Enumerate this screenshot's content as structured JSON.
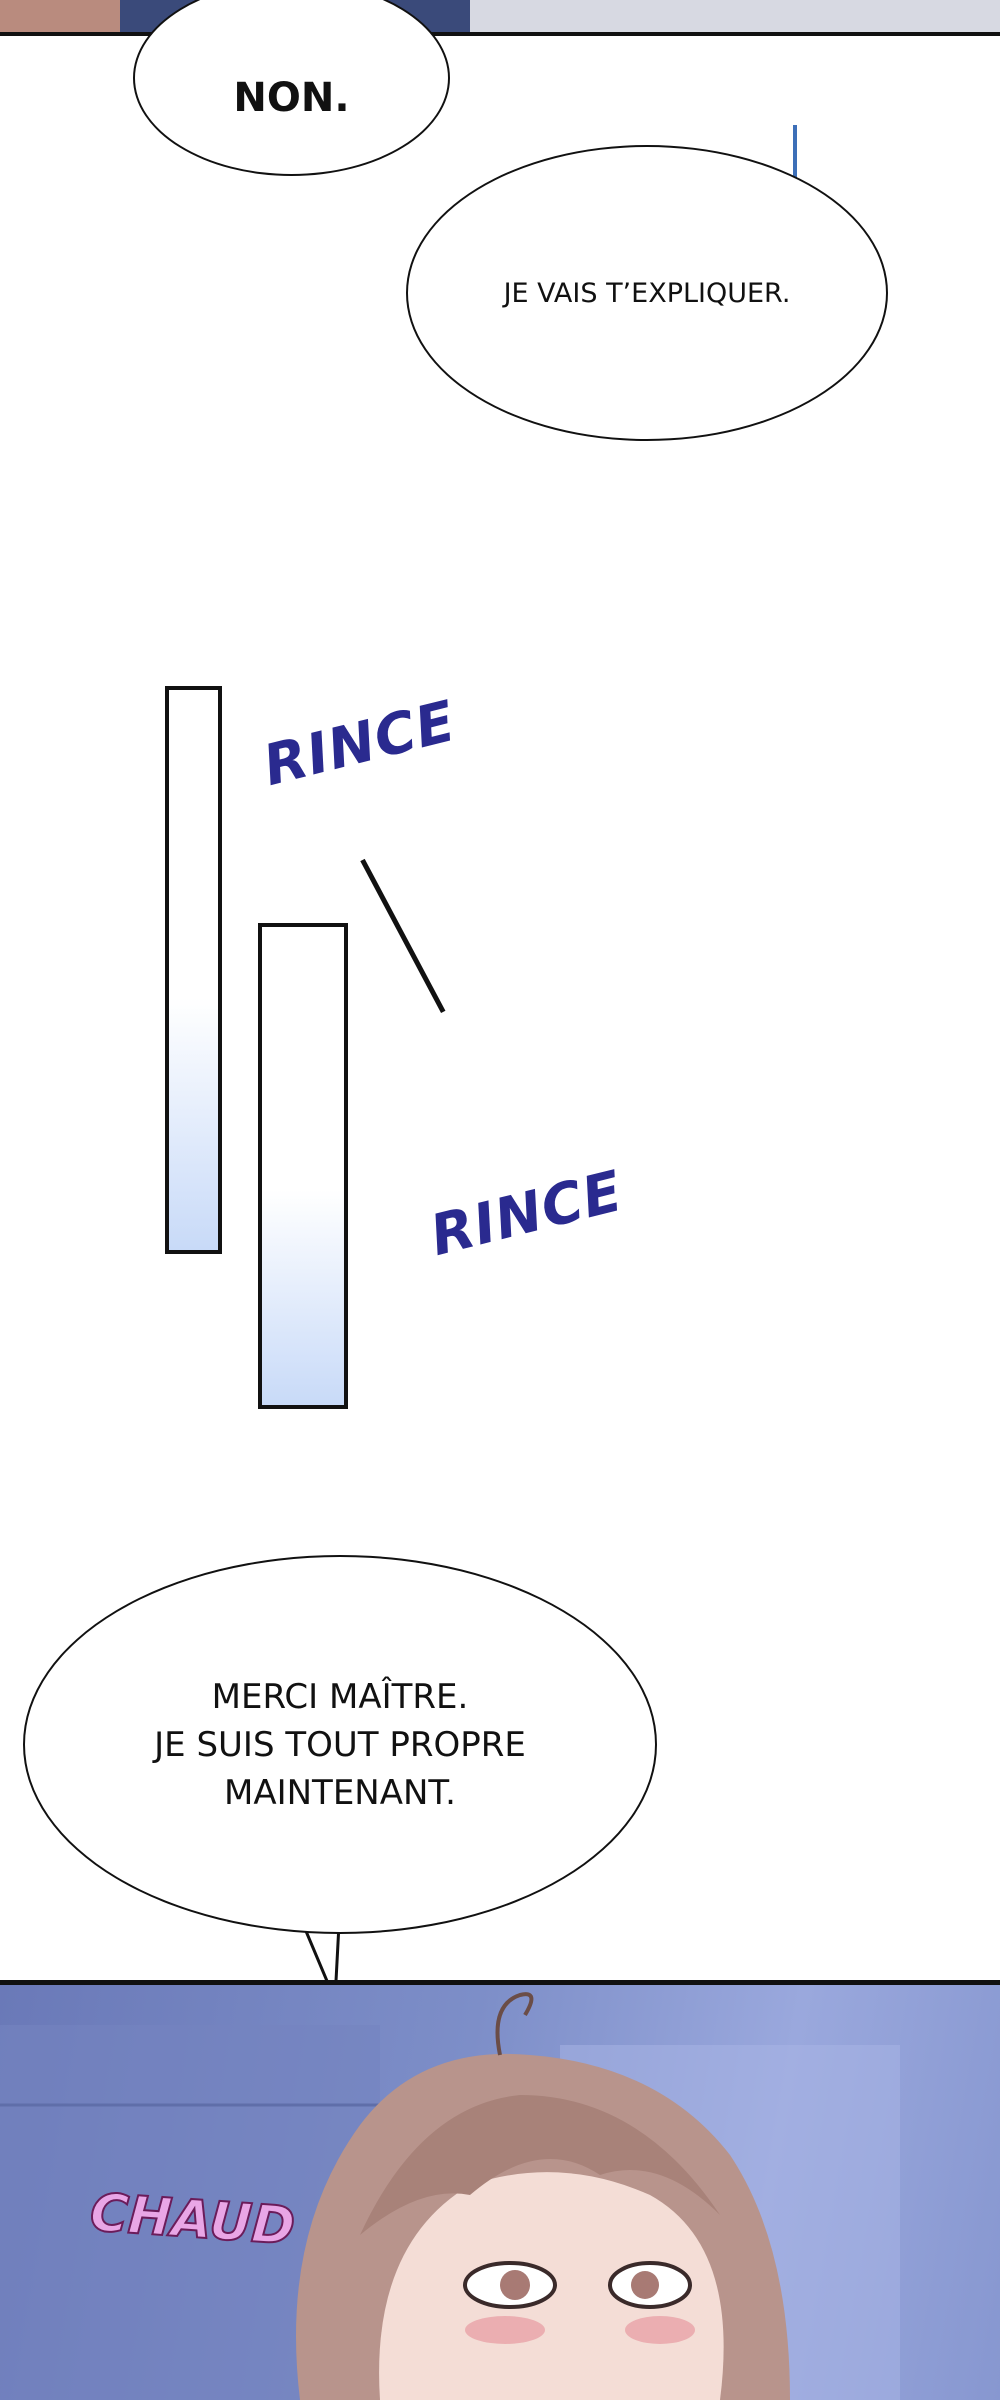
{
  "bubbles": {
    "first": "NON.",
    "second": "JE VAIS T’EXPLIQUER.",
    "third": {
      "line1": "MERCI MAÎTRE.",
      "line2": "JE SUIS TOUT PROPRE",
      "line3": "MAINTENANT."
    }
  },
  "sound_effects": {
    "rince_1": "RINCE",
    "rince_2": "RINCE",
    "chaud": "CHAUD"
  },
  "colors": {
    "sfx_blue": "#2a2a8f",
    "chaud_pink": "#e9a6e6",
    "bar_gradient_bottom": "#c8daf8",
    "panel_blue": "#7d8ec8"
  }
}
